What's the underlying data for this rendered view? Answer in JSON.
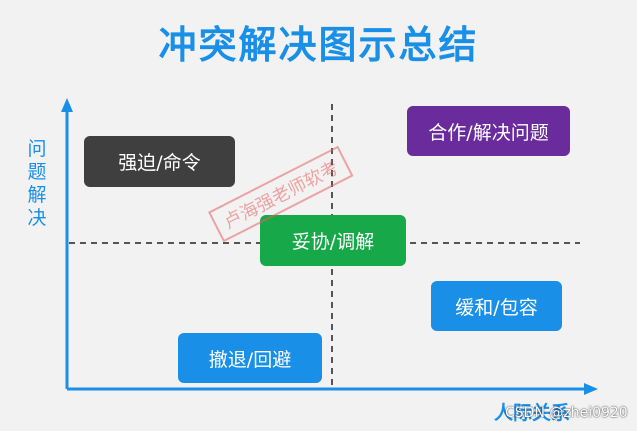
{
  "title": "冲突解决图示总结",
  "axes": {
    "y_label": "问题解决",
    "x_label": "人际关系"
  },
  "boxes": {
    "compete": "强迫/命令",
    "collaborate": "合作/解决问题",
    "compromise": "妥协/调解",
    "accommodate": "缓和/包容",
    "avoid": "撤退/回避"
  },
  "watermark": "卢海强老师软考",
  "credit": "CSDN @zhei0920",
  "colors": {
    "accent": "#1a8fe8",
    "compete": "#3f3f3f",
    "collaborate": "#6a2c9c",
    "compromise": "#17a849",
    "accommodate": "#1a8fe8",
    "avoid": "#1a8fe8",
    "watermark": "#e86060"
  }
}
